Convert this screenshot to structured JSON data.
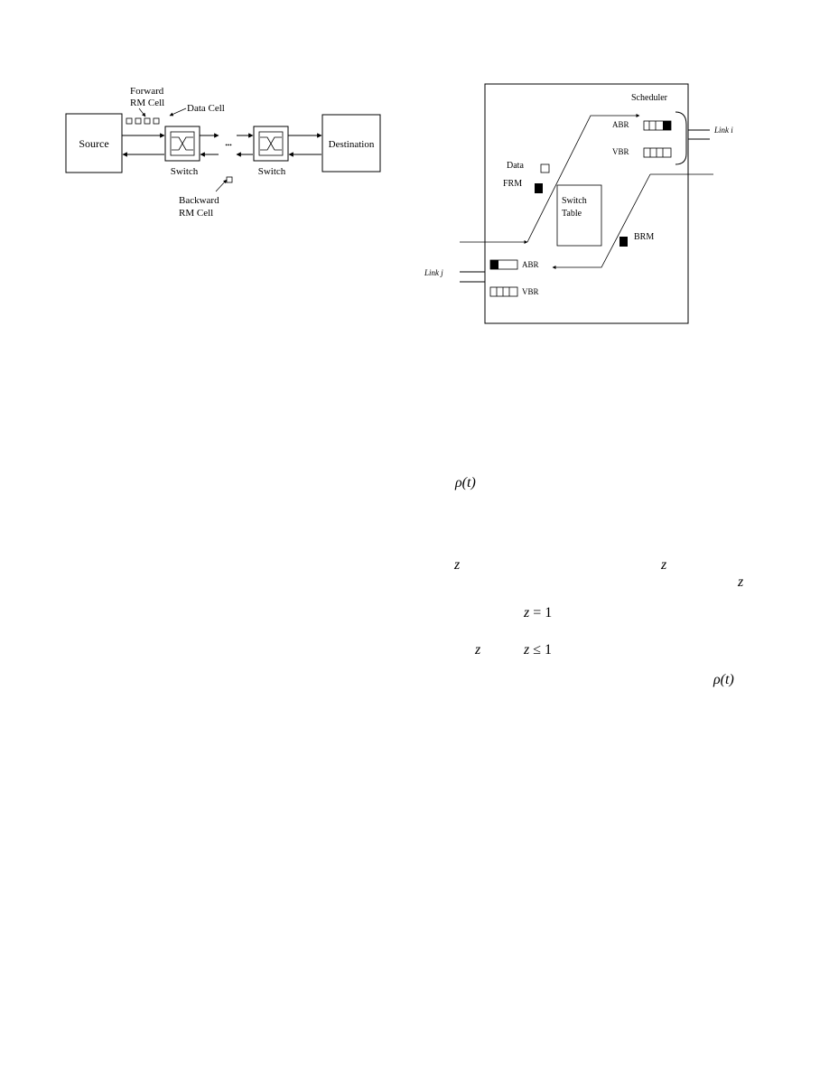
{
  "fig_left": {
    "source": "Source",
    "destination": "Destination",
    "switch_1": "Switch",
    "switch_2": "Switch",
    "ellipsis": "•••",
    "forward_rm_line1": "Forward",
    "forward_rm_line2": "RM Cell",
    "data_cell": "Data Cell",
    "backward_rm_line1": "Backward",
    "backward_rm_line2": "RM Cell"
  },
  "fig_right": {
    "scheduler": "Scheduler",
    "abr_out": "ABR",
    "vbr_out": "VBR",
    "link_i": "Link i",
    "data": "Data",
    "frm": "FRM",
    "switch_table_line1": "Switch",
    "switch_table_line2": "Table",
    "brm": "BRM",
    "abr_in": "ABR",
    "vbr_in": "VBR",
    "link_j": "Link j"
  },
  "math": {
    "rho_t_1": "ρ(t)",
    "z_1": "z",
    "z_2": "z",
    "z_3": "z",
    "z_eq_lhs": "z",
    "z_eq_rhs": "= 1",
    "z_4": "z",
    "z_le_lhs": "z",
    "z_le_rhs": "≤ 1",
    "rho_t_2": "ρ(t)"
  }
}
